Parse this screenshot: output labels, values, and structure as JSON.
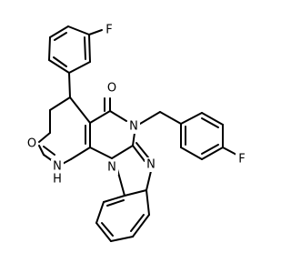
{
  "structure": {
    "atom_labels": {
      "f_top": "F",
      "f_right": "F",
      "o_upper": "O",
      "o_lower": "O",
      "n_amide": "N",
      "n_imidazole": "N",
      "n_fused": "N",
      "nh": "H",
      "nh_n": "N"
    }
  }
}
